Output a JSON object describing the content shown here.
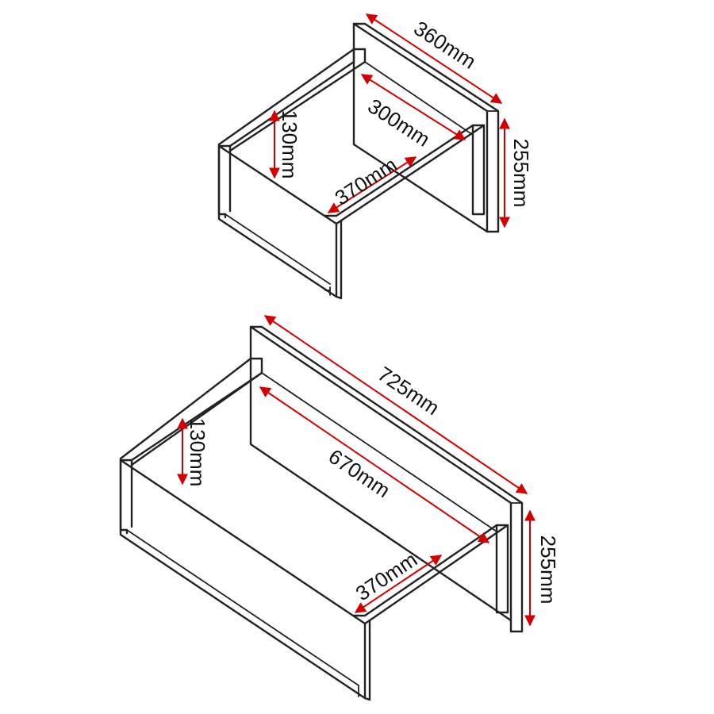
{
  "colors": {
    "outline": "#222222",
    "dimension_arrow": "#d40000",
    "background": "#ffffff"
  },
  "small_drawer": {
    "back_panel_width": "360mm",
    "back_panel_height": "255mm",
    "inner_depth": "300mm",
    "inner_width": "370mm",
    "side_height": "130mm"
  },
  "large_drawer": {
    "back_panel_width": "725mm",
    "back_panel_height": "255mm",
    "inner_depth": "670mm",
    "inner_width": "370mm",
    "side_height": "130mm"
  }
}
